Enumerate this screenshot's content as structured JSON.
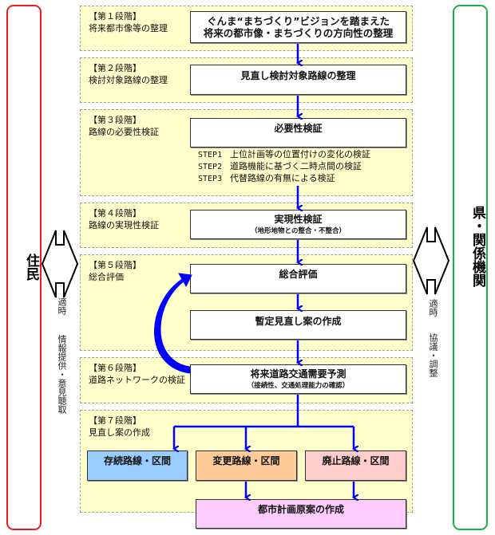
{
  "left_party": {
    "title": "住民",
    "note_timing": "適時",
    "note_action": "情報提供・意見聴取",
    "color": "#ee1c1c"
  },
  "right_party": {
    "title": "県・関係機関",
    "note_timing": "適時",
    "note_action": "協議・調整",
    "color": "#1db14b"
  },
  "stages": [
    {
      "label": "【第１段階】",
      "name": "将来都市像等の整理",
      "box": {
        "title": "ぐんま“まちづくり”ビジョンを踏まえた",
        "title2": "将来の都市像・まちづくりの方向性の整理"
      }
    },
    {
      "label": "【第２段階】",
      "name": "検討対象路線の整理",
      "box": {
        "title": "見直し検討対象路線の整理"
      }
    },
    {
      "label": "【第３段階】",
      "name": "路線の必要性検証",
      "box": {
        "title": "必要性検証"
      },
      "steps": [
        {
          "key": "STEP1",
          "text": "上位計画等の位置付けの変化の検証"
        },
        {
          "key": "STEP2",
          "text": "道路機能に基づく二時点間の検証"
        },
        {
          "key": "STEP3",
          "text": "代替路線の有無による検証"
        }
      ]
    },
    {
      "label": "【第４段階】",
      "name": "路線の実現性検証",
      "box": {
        "title": "実現性検証",
        "sub": "（地形地物との整合・不整合）"
      }
    },
    {
      "label": "【第５段階】",
      "name": "総合評価",
      "boxes": [
        {
          "title": "総合評価"
        },
        {
          "title": "暫定見直し案の作成"
        }
      ]
    },
    {
      "label": "【第６段階】",
      "name": "道路ネットワークの検証",
      "box": {
        "title": "将来道路交通需要予測",
        "sub": "（接続性、交通処理能力の確認）"
      }
    },
    {
      "label": "【第７段階】",
      "name": "見直し案の作成",
      "outcomes": [
        {
          "title": "存続路線・区間",
          "color": "#99ccff"
        },
        {
          "title": "変更路線・区間",
          "color": "#ffcc99"
        },
        {
          "title": "廃止路線・区間",
          "color": "#ffcccc"
        }
      ],
      "final": {
        "title": "都市計画原案の作成",
        "color": "#ffccff"
      }
    }
  ],
  "colors": {
    "arrow": "#0000ff",
    "stage_bg": "#ffffcc"
  }
}
